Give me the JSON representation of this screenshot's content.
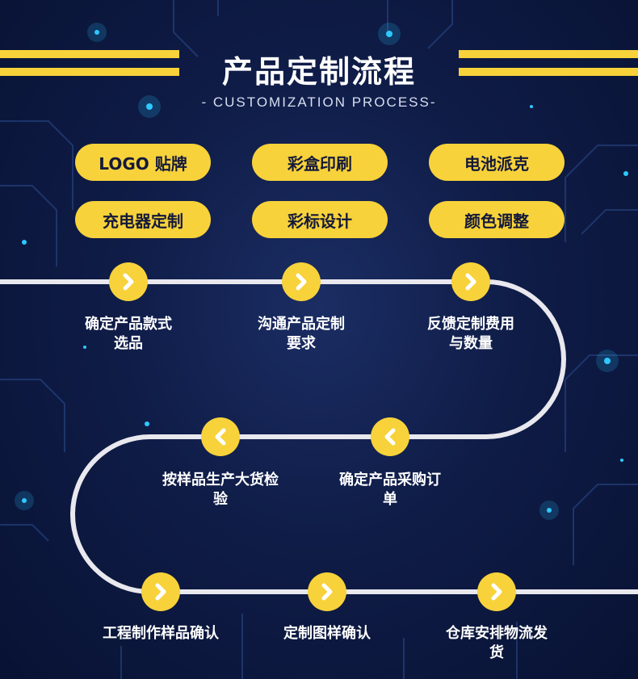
{
  "header": {
    "title": "产品定制流程",
    "subtitle": "- CUSTOMIZATION PROCESS-"
  },
  "options": [
    "LOGO 贴牌",
    "彩盒印刷",
    "电池派克",
    "充电器定制",
    "彩标设计",
    "颜色调整"
  ],
  "steps": [
    {
      "line1": "确定产品款式",
      "line2": "选品",
      "icon": "chevron-right-icon"
    },
    {
      "line1": "沟通产品定制",
      "line2": "要求",
      "icon": "chevron-right-icon"
    },
    {
      "line1": "反馈定制费用",
      "line2": "与数量",
      "icon": "chevron-right-icon"
    },
    {
      "line1": "确定产品采购订",
      "line2": "单",
      "icon": "chevron-left-icon"
    },
    {
      "line1": "按样品生产大货检",
      "line2": "验",
      "icon": "chevron-left-icon"
    },
    {
      "line1": "工程制作样品确认",
      "line2": "",
      "icon": "chevron-right-icon"
    },
    {
      "line1": "定制图样确认",
      "line2": "",
      "icon": "chevron-right-icon"
    },
    {
      "line1": "仓库安排物流发",
      "line2": "货",
      "icon": "chevron-right-icon"
    }
  ],
  "colors": {
    "accent": "#f7d23a",
    "background": "#0f1c47",
    "path": "#e8e8ee"
  }
}
